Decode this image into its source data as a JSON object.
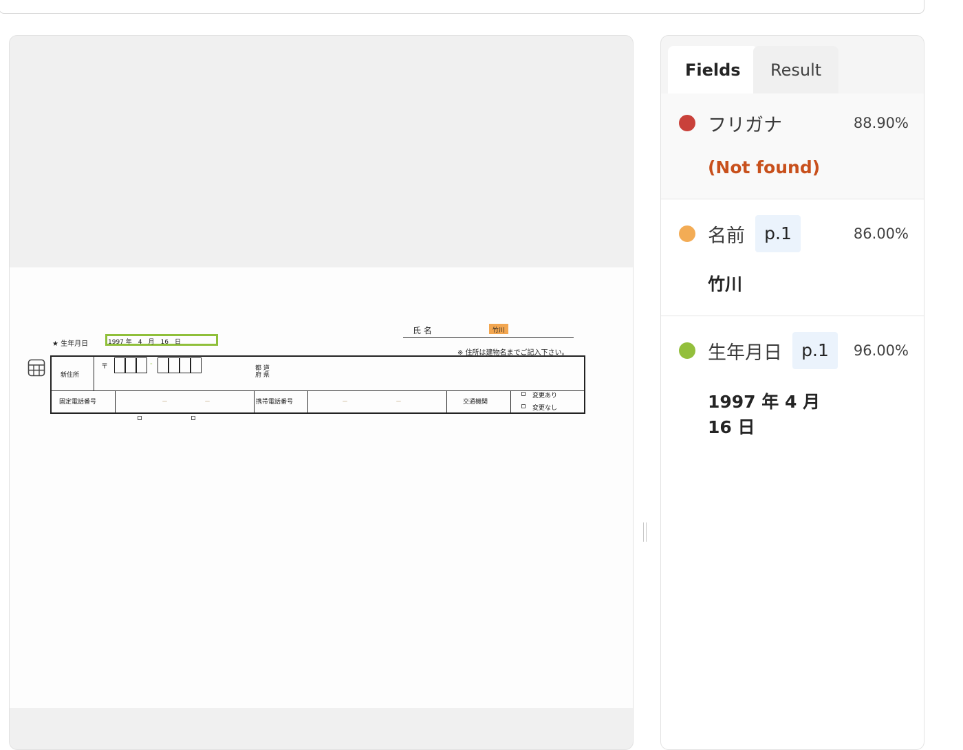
{
  "panel": {
    "tabs": [
      {
        "label": "Fields",
        "active": true
      },
      {
        "label": "Result",
        "active": false
      }
    ],
    "fields": [
      {
        "name": "フリガナ",
        "page": "",
        "confidence": "88.90%",
        "value": "(Not found)",
        "found": false,
        "color": "#c9413a"
      },
      {
        "name": "名前",
        "page": "p.1",
        "confidence": "86.00%",
        "value": "竹川",
        "found": true,
        "color": "#f3ac55"
      },
      {
        "name": "生年月日",
        "page": "p.1",
        "confidence": "96.00%",
        "value": "1997 年 4 月 16 日",
        "found": true,
        "color": "#93bf3c"
      }
    ]
  },
  "form": {
    "birth_label": "★ 生年月日",
    "birth_value": "1997 年　4　月　16　日",
    "name_label": "氏 名",
    "name_value": "竹川",
    "note": "※ 住所は建物名までご記入下さい。",
    "new_address": "新住所",
    "postal_mark": "〒",
    "prefecture": "都 道\n府 県",
    "landline": "固定電話番号",
    "mobile": "携帯電話番号",
    "dash": "－",
    "transport": "交通機関",
    "changed": "変更あり",
    "unchanged": "変更なし"
  },
  "colors": {
    "accent_chip": "#ebf3fc",
    "not_found": "#c8501c"
  }
}
